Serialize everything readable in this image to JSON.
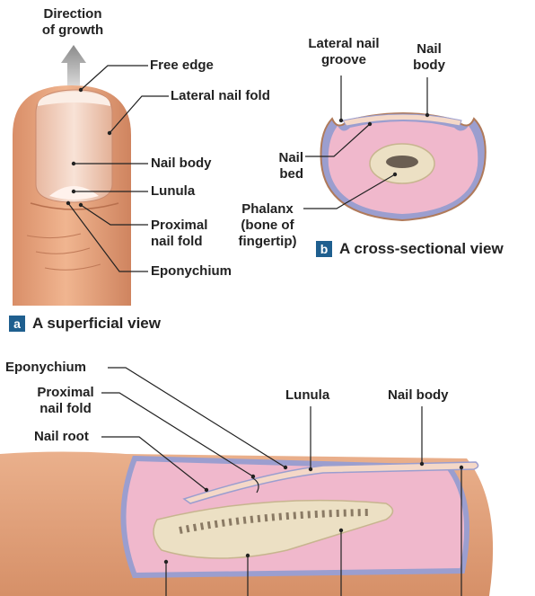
{
  "panel_a": {
    "badge": "a",
    "caption": "A superficial view",
    "labels": {
      "direction_of_growth": "Direction\nof growth",
      "free_edge": "Free edge",
      "lateral_nail_fold": "Lateral nail fold",
      "nail_body": "Nail body",
      "lunula": "Lunula",
      "proximal_nail_fold": "Proximal\nnail fold",
      "eponychium": "Eponychium"
    }
  },
  "panel_b": {
    "badge": "b",
    "caption": "A cross-sectional view",
    "labels": {
      "lateral_nail_groove": "Lateral nail\ngroove",
      "nail_body": "Nail\nbody",
      "nail_bed": "Nail\nbed",
      "phalanx": "Phalanx\n(bone of\nfingertip)"
    }
  },
  "panel_c": {
    "labels": {
      "eponychium": "Eponychium",
      "proximal_nail_fold": "Proximal\nnail fold",
      "nail_root": "Nail root",
      "lunula": "Lunula",
      "nail_body": "Nail body"
    }
  },
  "colors": {
    "skin": "#e8a880",
    "skin_dark": "#c97f5a",
    "tissue_pink": "#f0b8cc",
    "epidermis_blue": "#9b9ecf",
    "bone": "#ece0c4",
    "nail": "#f4d8c8",
    "badge": "#1f5f8f"
  }
}
